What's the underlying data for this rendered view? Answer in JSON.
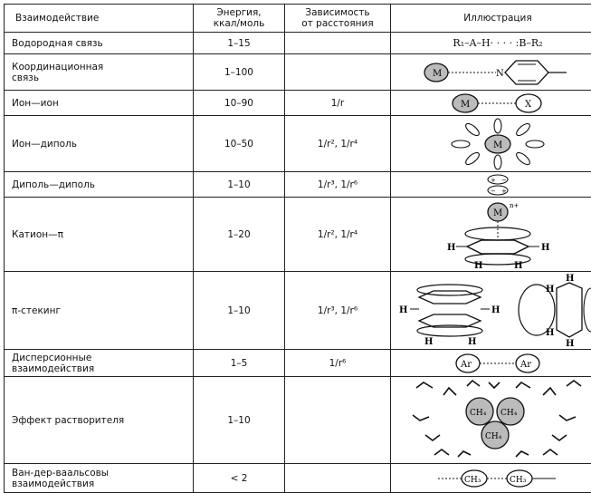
{
  "header": {
    "interaction": "Взаимодействие",
    "energy": "Энергия,\nккал/моль",
    "dependence": "Зависимость\nот расстояния",
    "illustration": "Иллюстрация"
  },
  "rows": [
    {
      "name": "Водородная связь",
      "energy": "1–15",
      "dep": "",
      "formula": "R₁–A–H· · · · :B–R₂"
    },
    {
      "name": "Координационная\nсвязь",
      "energy": "1–100",
      "dep": ""
    },
    {
      "name": "Ион—ион",
      "energy": "10–90",
      "dep": "1/r"
    },
    {
      "name": "Ион—диполь",
      "energy": "10–50",
      "dep": "1/r², 1/r⁴"
    },
    {
      "name": "Диполь—диполь",
      "energy": "1–10",
      "dep": "1/r³, 1/r⁶"
    },
    {
      "name": "Катион—π",
      "energy": "1–20",
      "dep": "1/r², 1/r⁴"
    },
    {
      "name": "π-стекинг",
      "energy": "1–10",
      "dep": "1/r³, 1/r⁶"
    },
    {
      "name": "Дисперсионные\nвзаимодействия",
      "energy": "1–5",
      "dep": "1/r⁶"
    },
    {
      "name": "Эффект растворителя",
      "energy": "1–10",
      "dep": ""
    },
    {
      "name": "Ван-дер-ваальсовы\nвзаимодействия",
      "energy": "< 2",
      "dep": ""
    }
  ],
  "illustration_labels": {
    "metal": "M",
    "metal_charge": "n+",
    "anion": "X",
    "hydrogen": "H",
    "nitrogen": "N",
    "argon": "Ar",
    "methane": "CH₄",
    "methyl": "CH₃",
    "plus": "+",
    "minus": "−"
  }
}
